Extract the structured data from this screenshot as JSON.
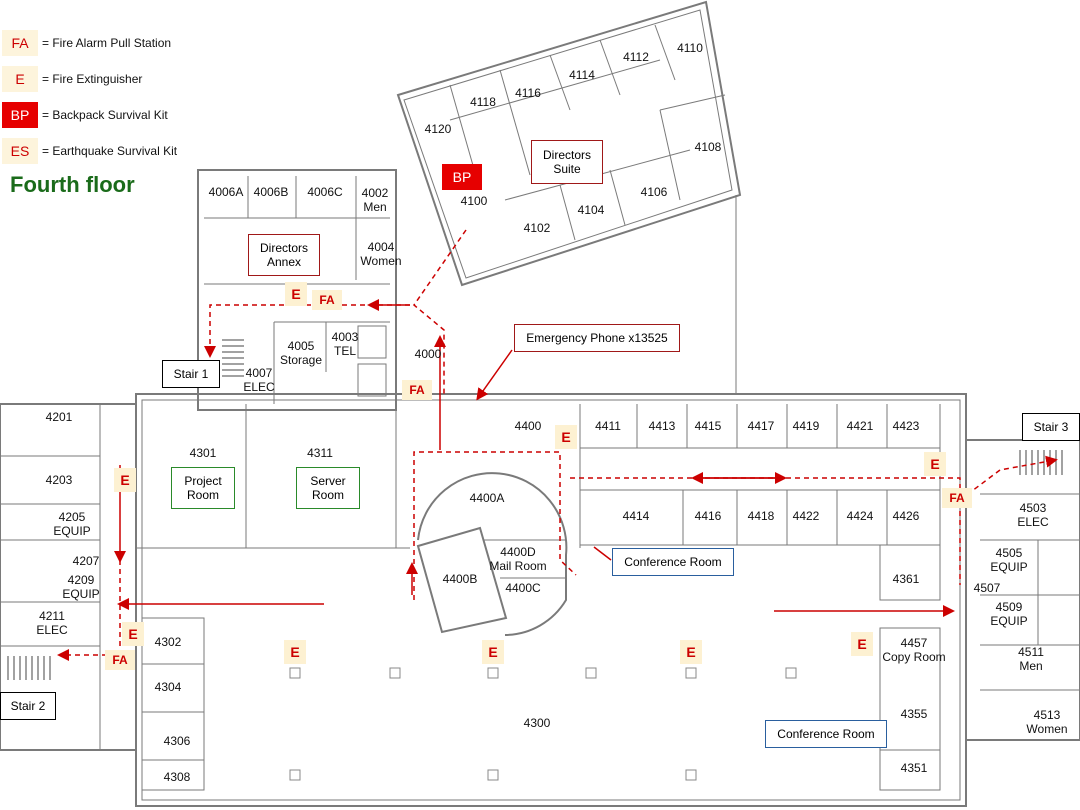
{
  "legend": [
    {
      "key": "FA",
      "text": "= Fire Alarm Pull Station"
    },
    {
      "key": "E",
      "text": "= Fire Extinguisher"
    },
    {
      "key": "BP",
      "text": "= Backpack Survival Kit"
    },
    {
      "key": "ES",
      "text": "= Earthquake Survival Kit"
    }
  ],
  "title": "Fourth floor",
  "rooms": {
    "r4110": "4110",
    "r4112": "4112",
    "r4114": "4114",
    "r4116": "4116",
    "r4118": "4118",
    "r4120": "4120",
    "r4108": "4108",
    "r4106": "4106",
    "r4104": "4104",
    "r4102": "4102",
    "r4100": "4100",
    "r4006A": "4006A",
    "r4006B": "4006B",
    "r4006C": "4006C",
    "r4002": "4002\nMen",
    "r4004": "4004\nWomen",
    "r4003": "4003\nTEL",
    "r4005": "4005\nStorage",
    "r4007": "4007\nELEC",
    "r4000": "4000",
    "r4201": "4201",
    "r4203": "4203",
    "r4205": "4205\nEQUIP",
    "r4207": "4207",
    "r4209": "4209\nEQUIP",
    "r4211": "4211\nELEC",
    "r4301": "4301",
    "r4311": "4311",
    "r4400": "4400",
    "r4400A": "4400A",
    "r4400B": "4400B",
    "r4400C": "4400C",
    "r4400D": "4400D\nMail Room",
    "r4411": "4411",
    "r4413": "4413",
    "r4415": "4415",
    "r4417": "4417",
    "r4419": "4419",
    "r4421": "4421",
    "r4423": "4423",
    "r4414": "4414",
    "r4416": "4416",
    "r4418": "4418",
    "r4422": "4422",
    "r4424": "4424",
    "r4426": "4426",
    "r4361": "4361",
    "r4503": "4503\nELEC",
    "r4505": "4505\nEQUIP",
    "r4507": "4507",
    "r4509": "4509\nEQUIP",
    "r4511": "4511\nMen",
    "r4513": "4513\nWomen",
    "r4457": "4457\nCopy Room",
    "r4355": "4355",
    "r4351": "4351",
    "r4302": "4302",
    "r4304": "4304",
    "r4306": "4306",
    "r4308": "4308",
    "r4300": "4300"
  },
  "labels": {
    "directors_suite": "Directors\nSuite",
    "directors_annex": "Directors\nAnnex",
    "project_room": "Project\nRoom",
    "server_room": "Server\nRoom",
    "emergency_phone": "Emergency Phone x13525",
    "conference_room_1": "Conference Room",
    "conference_room_2": "Conference Room",
    "stair1": "Stair 1",
    "stair2": "Stair 2",
    "stair3": "Stair 3"
  },
  "markers": {
    "fa": "FA",
    "e": "E",
    "bp": "BP"
  },
  "colors": {
    "route": "#cc0000",
    "fa_text": "#cc0000",
    "marker_bg": "#fdf1d2",
    "bp_bg": "#e60000",
    "title": "#1a6b1a",
    "walls": "#7a7a7a"
  }
}
